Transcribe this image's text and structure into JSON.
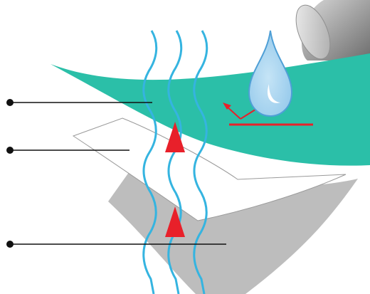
{
  "colors": {
    "background": "#ffffff",
    "roller_dark": "#6f6f6f",
    "roller_mid": "#a9a9a9",
    "roller_light": "#dcdcdc",
    "top_layer": "#2bbfa8",
    "middle_layer_fill": "#ffffff",
    "middle_layer_stroke": "#999999",
    "bottom_layer": "#bdbdbd",
    "vapor_lines": "#35b4e0",
    "arrows": "#e8202a",
    "droplet_fill": "#a9d4ee",
    "droplet_stroke": "#4f9fd6",
    "droplet_highlight": "#ffffff",
    "leader_lines": "#111111"
  },
  "icons": {
    "droplet": "water-droplet-icon",
    "up_arrow": "triangle-up-icon",
    "roller": "roller-cylinder-icon"
  },
  "leaders": [
    {
      "name": "top-layer-leader"
    },
    {
      "name": "middle-layer-leader"
    },
    {
      "name": "bottom-layer-leader"
    }
  ]
}
